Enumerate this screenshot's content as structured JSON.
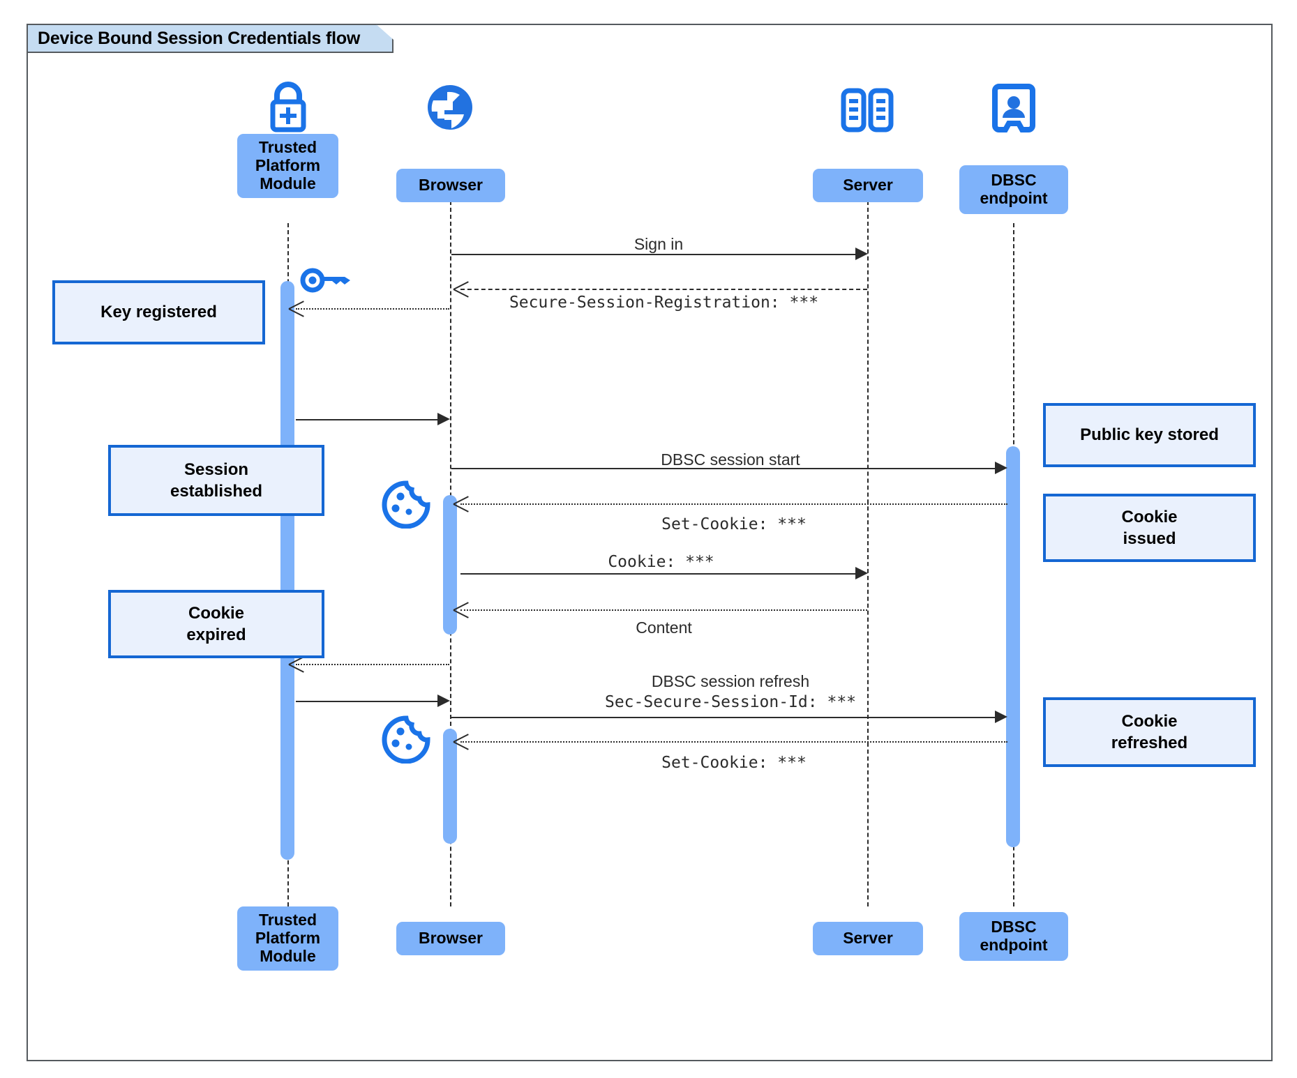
{
  "diagram": {
    "title": "Device Bound Session Credentials flow",
    "type": "uml-sequence-diagram",
    "colors": {
      "participant_fill": "#7eb2fa",
      "note_fill": "#eaf1fd",
      "note_border": "#1567d3",
      "icon_blue": "#1a73e8",
      "frame_border": "#555a5e",
      "title_fill": "#c5dcf2",
      "line": "#2b2b2b"
    }
  },
  "participants": [
    {
      "id": "tpm",
      "label": "Trusted\nPlatform\nModule",
      "line1": "Trusted",
      "line2": "Platform",
      "line3": "Module",
      "icon": "lock-plus-icon"
    },
    {
      "id": "browser",
      "label": "Browser",
      "line1": "Browser",
      "line2": "",
      "line3": "",
      "icon": "globe-icon"
    },
    {
      "id": "server",
      "label": "Server",
      "line1": "Server",
      "line2": "",
      "line3": "",
      "icon": "server-rack-icon"
    },
    {
      "id": "dbsc",
      "label": "DBSC\nendpoint",
      "line1": "DBSC",
      "line2": "endpoint",
      "line3": "",
      "icon": "id-badge-icon"
    }
  ],
  "messages": [
    {
      "id": "m1",
      "label": "Sign in",
      "font": "sans",
      "from": "browser",
      "to": "server",
      "style": "solid"
    },
    {
      "id": "m2",
      "label": "Secure-Session-Registration: ***",
      "font": "mono",
      "from": "server",
      "to": "browser",
      "style": "dashed"
    },
    {
      "id": "m3",
      "label": "DBSC session start",
      "font": "sans",
      "from": "browser",
      "to": "dbsc",
      "style": "solid"
    },
    {
      "id": "m4",
      "label": "Set-Cookie: ***",
      "font": "mono",
      "from": "dbsc",
      "to": "browser",
      "style": "dotted"
    },
    {
      "id": "m5",
      "label": "Cookie: ***",
      "font": "mono",
      "from": "browser",
      "to": "server",
      "style": "solid"
    },
    {
      "id": "m6",
      "label": "Content",
      "font": "sans",
      "from": "server",
      "to": "browser",
      "style": "dotted"
    },
    {
      "id": "m7",
      "label": "DBSC session refresh",
      "font": "sans",
      "from": "browser",
      "to": "dbsc",
      "style": "solid"
    },
    {
      "id": "m8",
      "label": "Sec-Secure-Session-Id: ***",
      "font": "mono",
      "from": "browser",
      "to": "dbsc",
      "style": "solid"
    },
    {
      "id": "m9",
      "label": "Set-Cookie: ***",
      "font": "mono",
      "from": "dbsc",
      "to": "browser",
      "style": "dotted"
    }
  ],
  "notes": [
    {
      "id": "n1",
      "line1": "Key registered",
      "line2": "",
      "side": "left",
      "anchor": "tpm"
    },
    {
      "id": "n2",
      "line1": "Session",
      "line2": "established",
      "side": "left",
      "anchor": "tpm"
    },
    {
      "id": "n3",
      "line1": "Cookie",
      "line2": "expired",
      "side": "left",
      "anchor": "tpm"
    },
    {
      "id": "n4",
      "line1": "Public key stored",
      "line2": "",
      "side": "right",
      "anchor": "dbsc"
    },
    {
      "id": "n5",
      "line1": "Cookie",
      "line2": "issued",
      "side": "right",
      "anchor": "dbsc"
    },
    {
      "id": "n6",
      "line1": "Cookie",
      "line2": "refreshed",
      "side": "right",
      "anchor": "dbsc"
    }
  ],
  "side_icons": [
    {
      "id": "key1",
      "name": "key-icon",
      "near": "tpm"
    },
    {
      "id": "cookie1",
      "name": "cookie-icon",
      "near": "browser"
    },
    {
      "id": "cookie2",
      "name": "cookie-icon",
      "near": "browser"
    }
  ]
}
